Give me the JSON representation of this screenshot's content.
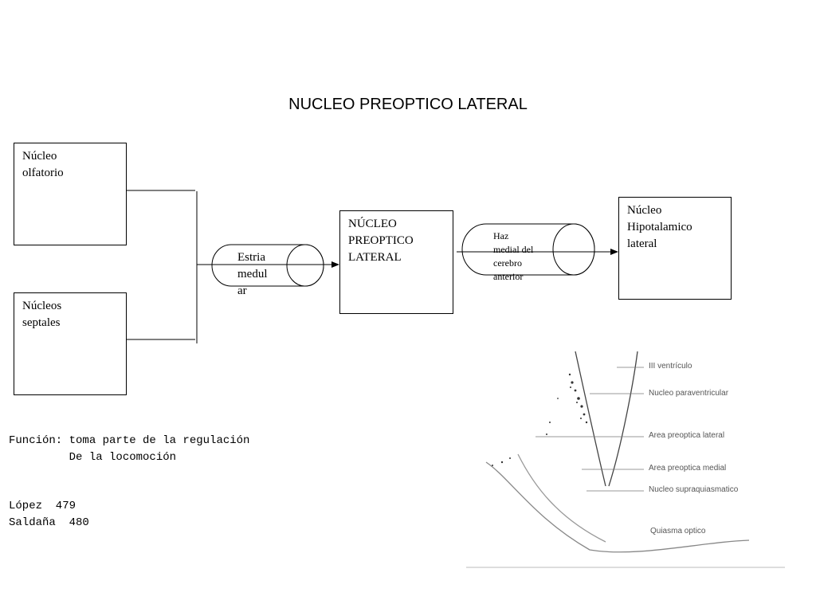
{
  "title": "NUCLEO PREOPTICO LATERAL",
  "diagram": {
    "boxes": {
      "olfatorio": "Núcleo\nolfatorio",
      "septales": "Núcleos\nseptales",
      "preoptico": "NÚCLEO\nPREOPTICO\nLATERAL",
      "hipotalamico": "Núcleo\nHipotalamico\nlateral"
    },
    "tracts": {
      "estria": "Estria\nmedul\nar",
      "haz": "Haz\nmedial del\ncerebro\nanterior"
    }
  },
  "notes": {
    "funcion": "Función: toma parte de la regulación\n         De la locomoción",
    "ref1": "López  479",
    "ref2": "Saldaña  480"
  },
  "figure": {
    "labels": [
      "III ventrículo",
      "Nucleo paraventricular",
      "Area preoptica lateral",
      "Area preoptica medial",
      "Nucleo supraquiasmatico",
      "Quiasma optico"
    ]
  }
}
